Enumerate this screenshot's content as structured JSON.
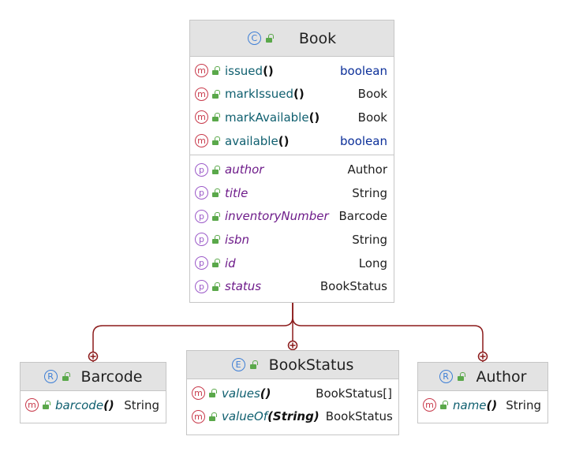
{
  "classes": {
    "book": {
      "kind_icon": "class-icon",
      "kind_letter": "C",
      "name": "Book",
      "methods": [
        {
          "name": "issued",
          "paren": "()",
          "type": "boolean"
        },
        {
          "name": "markIssued",
          "paren": "()",
          "type": "Book"
        },
        {
          "name": "markAvailable",
          "paren": "()",
          "type": "Book"
        },
        {
          "name": "available",
          "paren": "()",
          "type": "boolean"
        }
      ],
      "properties": [
        {
          "name": "author",
          "type": "Author"
        },
        {
          "name": "title",
          "type": "String"
        },
        {
          "name": "inventoryNumber",
          "type": "Barcode"
        },
        {
          "name": "isbn",
          "type": "String"
        },
        {
          "name": "id",
          "type": "Long"
        },
        {
          "name": "status",
          "type": "BookStatus"
        }
      ]
    },
    "barcode": {
      "kind_icon": "record-icon",
      "kind_letter": "R",
      "name": "Barcode",
      "methods": [
        {
          "name": "barcode",
          "paren": "()",
          "type": "String"
        }
      ]
    },
    "bookstatus": {
      "kind_icon": "enum-icon",
      "kind_letter": "E",
      "name": "BookStatus",
      "methods": [
        {
          "name": "values",
          "paren": "()",
          "type": "BookStatus[]"
        },
        {
          "name": "valueOf",
          "paren": "(String)",
          "type": "BookStatus"
        }
      ]
    },
    "author": {
      "kind_icon": "record-icon",
      "kind_letter": "R",
      "name": "Author",
      "methods": [
        {
          "name": "name",
          "paren": "()",
          "type": "String"
        }
      ]
    }
  },
  "icons": {
    "method_letter": "m",
    "property_letter": "p",
    "visibility": "public-lock-icon"
  },
  "colors": {
    "header_bg": "#e3e3e3",
    "border": "#c6c6c6",
    "method_name": "#0f5f6f",
    "property_name": "#6e1c8a",
    "primitive_type": "#0b2f99",
    "connector": "#8b1a1a"
  }
}
